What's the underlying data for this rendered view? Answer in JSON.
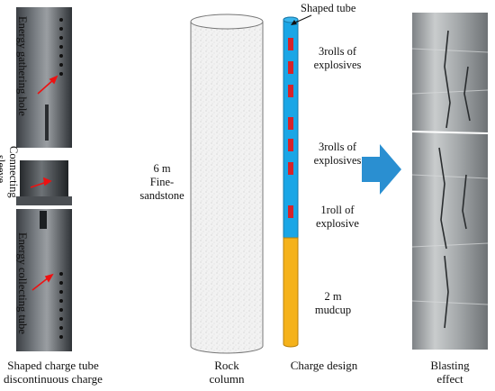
{
  "panel1": {
    "caption_line1": "Shaped charge tube",
    "caption_line2": "discontinuous charge",
    "label_top": "Energy gathering hole",
    "label_mid_line1": "Connecting",
    "label_mid_line2": "sleeve",
    "label_bottom": "Energy collecting tube"
  },
  "panel2": {
    "side_line1": "6 m",
    "side_line2": "Fine-",
    "side_line3": "sandstone",
    "caption_line1": "Rock",
    "caption_line2": "column"
  },
  "panel3": {
    "tube_label": "Shaped tube",
    "group1_line1": "3rolls of",
    "group1_line2": "explosives",
    "group2_line1": "3rolls of",
    "group2_line2": "explosives",
    "group3_line1": "1roll of",
    "group3_line2": "explosive",
    "mud_line1": "2 m",
    "mud_line2": "mudcup",
    "caption": "Charge design",
    "colors": {
      "tube": "#1aa6e6",
      "explosive": "#d6232a",
      "mud": "#f5b21a"
    }
  },
  "panel4": {
    "caption_line1": "Blasting",
    "caption_line2": "effect"
  },
  "arrow_color": "#2a8fd1"
}
